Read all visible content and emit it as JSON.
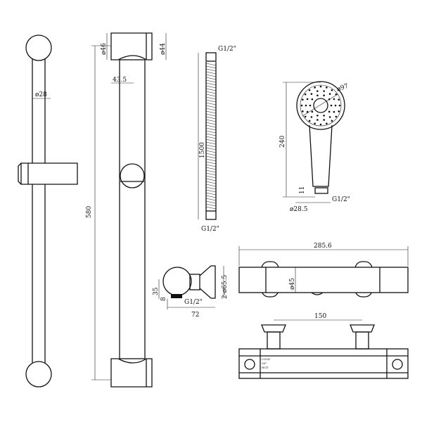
{
  "slide_rail": {
    "rod_diameter": "ø28",
    "height": "580",
    "bracket_diameter": "ø46",
    "bracket_end_diameter": "ø44",
    "projection": "43.5"
  },
  "hose": {
    "top_thread": "G1/2\"",
    "length": "1500",
    "bottom_thread": "G1/2\""
  },
  "hand_shower": {
    "head_diameter": "ø97",
    "length": "240",
    "nut_height": "11",
    "handle_diameter": "ø28.5",
    "thread": "G1/2\""
  },
  "wall_elbow": {
    "height": "35",
    "nut": "8",
    "thread": "G1/2\"",
    "depth": "72",
    "flange": "2-ø65.5"
  },
  "thermostat": {
    "width": "285.6",
    "body_diameter": "ø45",
    "centers": "150",
    "labels": [
      "COLD",
      "38°",
      "HOT"
    ]
  }
}
